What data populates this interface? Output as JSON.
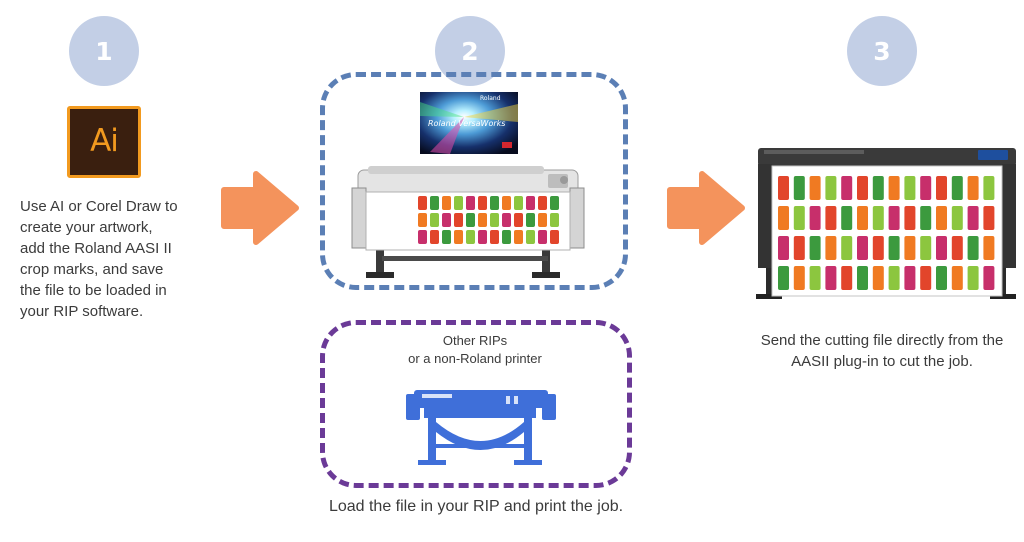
{
  "steps": [
    {
      "number": "1",
      "description_lines": [
        "Use AI or Corel Draw to",
        "create your artwork,",
        "add the Roland AASI II",
        "crop marks, and save",
        "the file to be loaded in",
        "your RIP software."
      ]
    },
    {
      "number": "2",
      "alt_label_lines": [
        "Other RIPs",
        "or a non-Roland printer"
      ],
      "caption": "Load the file in your RIP and print the job."
    },
    {
      "number": "3",
      "description_lines": [
        "Send the cutting file directly from the",
        "AASII plug-in to cut the job."
      ]
    }
  ],
  "app_icon": {
    "text": "Ai",
    "name": "adobe-illustrator-icon"
  },
  "software_splash": {
    "brand": "Roland",
    "title": "Roland VersaWorks"
  },
  "colors": {
    "step_circle": "#c3cfe6",
    "arrow": "#f4935c",
    "roland_box_border": "#5b7fb5",
    "other_box_border": "#6b3a97",
    "generic_printer": "#3f6fd9"
  }
}
